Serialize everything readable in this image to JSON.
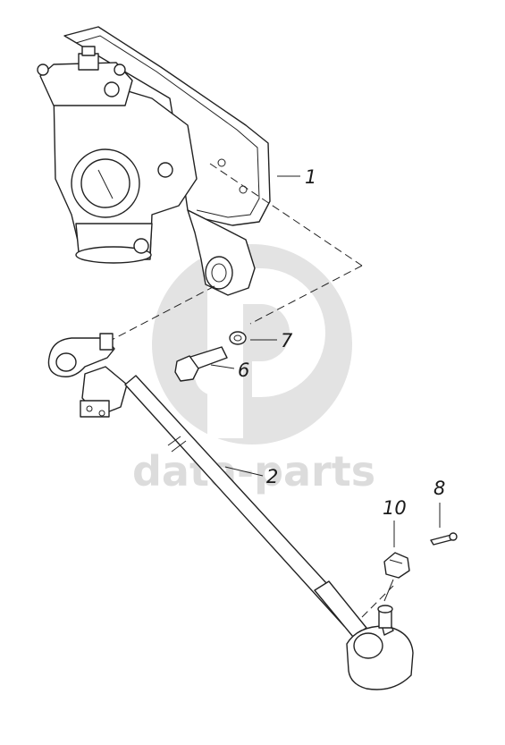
{
  "watermark": {
    "text": "data-parts"
  },
  "callouts": [
    {
      "id": "1",
      "label": "1"
    },
    {
      "id": "2",
      "label": "2"
    },
    {
      "id": "6",
      "label": "6"
    },
    {
      "id": "7",
      "label": "7"
    },
    {
      "id": "8",
      "label": "8"
    },
    {
      "id": "10",
      "label": "10"
    }
  ],
  "colors": {
    "line": "#222222",
    "watermark": "#dcdcdc",
    "background": "#ffffff"
  }
}
